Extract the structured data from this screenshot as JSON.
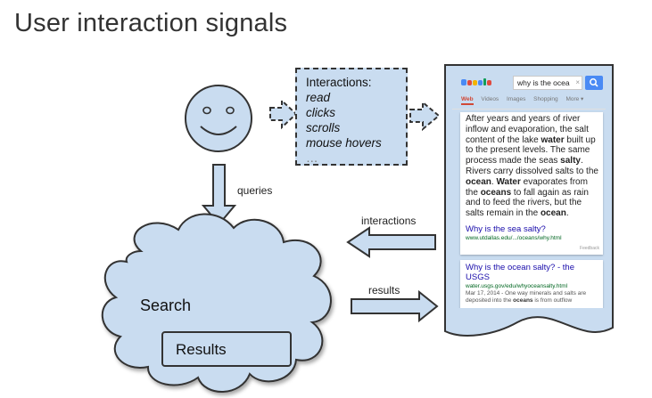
{
  "title": "User interaction signals",
  "colors": {
    "fill": "#c9dcf0",
    "stroke": "#333333",
    "link": "#1a0dab",
    "url": "#006621",
    "search_button": "#4a8af4"
  },
  "interactions_box": {
    "title": "Interactions:",
    "items": [
      "read",
      "clicks",
      "scrolls",
      "mouse hovers"
    ],
    "ellipsis": "…"
  },
  "labels": {
    "queries": "queries",
    "interactions": "interactions",
    "results": "results",
    "search": "Search",
    "results_box": "Results"
  },
  "serp": {
    "logo_icon": "google-logo-icon",
    "query": "why is the ocea",
    "clear_icon": "×",
    "search_icon": "magnifier-icon",
    "tabs": [
      "Web",
      "Videos",
      "Images",
      "Shopping",
      "More ▾"
    ],
    "answer_text_html": "After years and years of river inflow and evaporation, the salt content of the lake <b>water</b> built up to the present levels. The same process made the seas <b>salty</b>. Rivers carry dissolved salts to the <b>ocean</b>. <b>Water</b> evaporates from the <b>oceans</b> to fall again as rain and to feed the rivers, but the salts remain in the <b>ocean</b>.",
    "answer_link": "Why is the sea salty?",
    "answer_url": "www.utdallas.edu/.../oceans/why.html",
    "answer_feedback": "Feedback",
    "result_title": "Why is the ocean salty? - the USGS",
    "result_url": "water.usgs.gov/edu/whyoceansalty.html",
    "result_snippet_html": "Mar 17, 2014 - One way minerals and salts are deposited into the <b>oceans</b> is from outflow"
  }
}
